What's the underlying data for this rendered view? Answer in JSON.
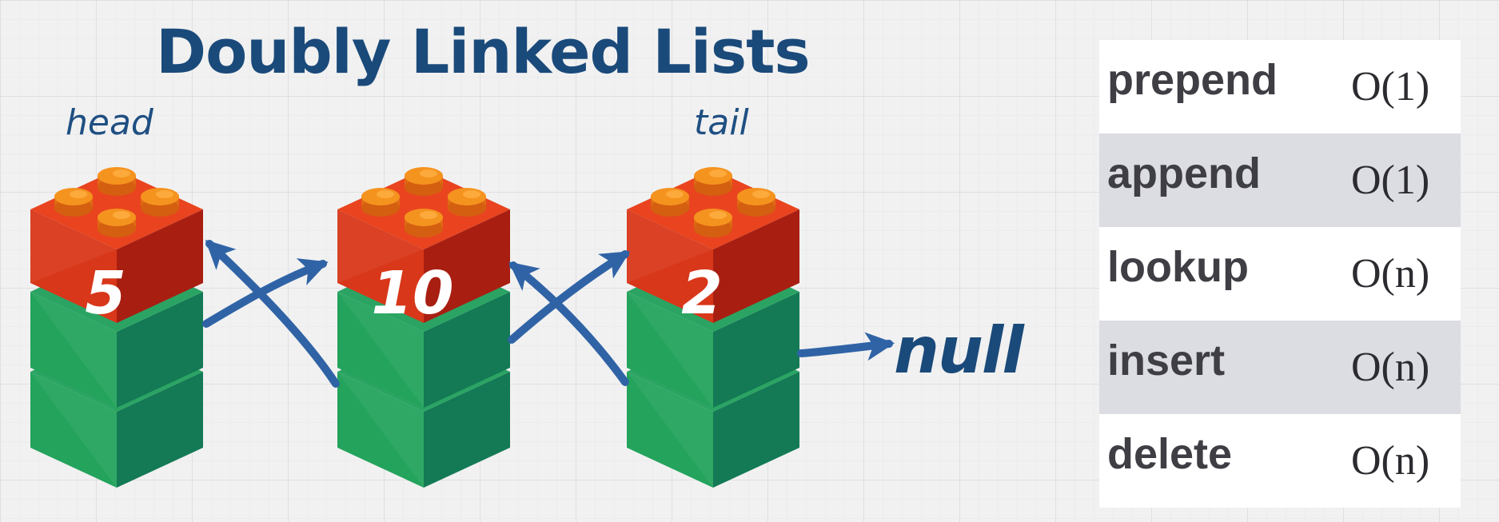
{
  "title": "Doubly Linked Lists",
  "labels": {
    "head": "head",
    "tail": "tail",
    "null": "null"
  },
  "nodes": [
    {
      "value": "5"
    },
    {
      "value": "10"
    },
    {
      "value": "2"
    }
  ],
  "colors": {
    "title": "#1a4a7a",
    "arrow": "#2f63a6",
    "brick_top": "#d8371a",
    "brick_stud": "#f28a1e",
    "brick_body": "#1e9a55"
  },
  "operations": [
    {
      "name": "prepend",
      "cost": "O(1)"
    },
    {
      "name": "append",
      "cost": "O(1)"
    },
    {
      "name": "lookup",
      "cost": "O(n)"
    },
    {
      "name": "insert",
      "cost": "O(n)"
    },
    {
      "name": "delete",
      "cost": "O(n)"
    }
  ]
}
